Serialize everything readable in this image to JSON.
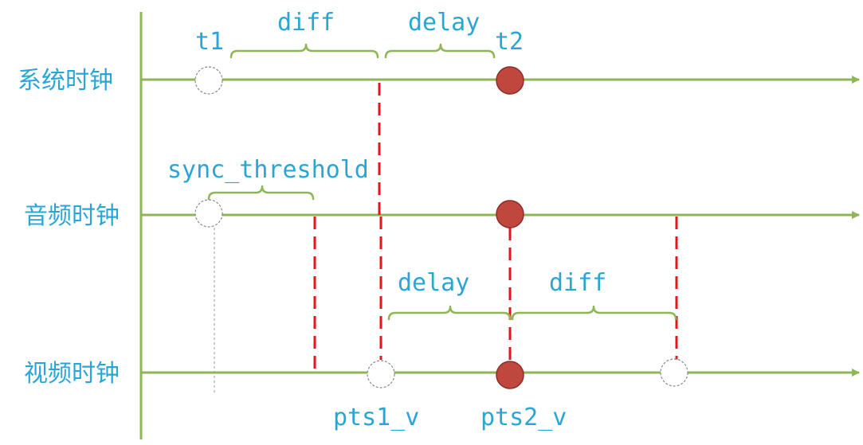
{
  "rows": {
    "system_clock": "系统时钟",
    "audio_clock": "音频时钟",
    "video_clock": "视频时钟"
  },
  "labels": {
    "t1": "t1",
    "t2": "t2",
    "diff_top": "diff",
    "delay_top": "delay",
    "sync_threshold": "sync_threshold",
    "delay_bottom": "delay",
    "diff_bottom": "diff",
    "pts1_v": "pts1_v",
    "pts2_v": "pts2_v"
  },
  "colors": {
    "axis": "#8db654",
    "text": "#29a6d6",
    "marker_line": "#e8141c",
    "filled_point": "#c0473d"
  }
}
